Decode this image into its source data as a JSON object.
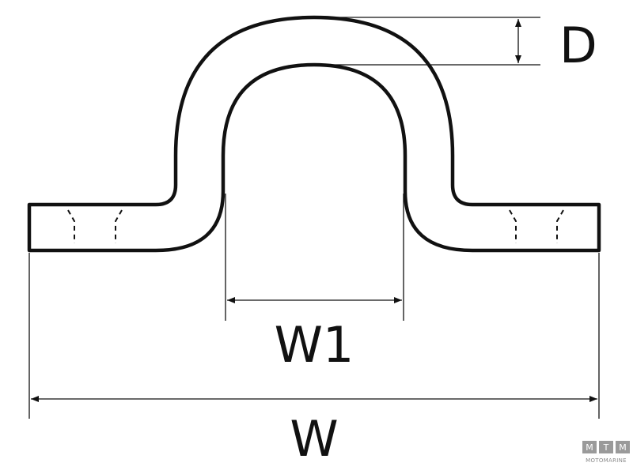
{
  "labels": {
    "depth": "D",
    "inner_width": "W1",
    "overall_width": "W"
  },
  "watermark": {
    "letters": [
      "M",
      "T",
      "M"
    ],
    "caption": "MOTOMARINE"
  },
  "colors": {
    "line": "#111111",
    "background": "#ffffff",
    "watermark_box": "#9a9a9a",
    "watermark_text": "#8a8a8a"
  }
}
